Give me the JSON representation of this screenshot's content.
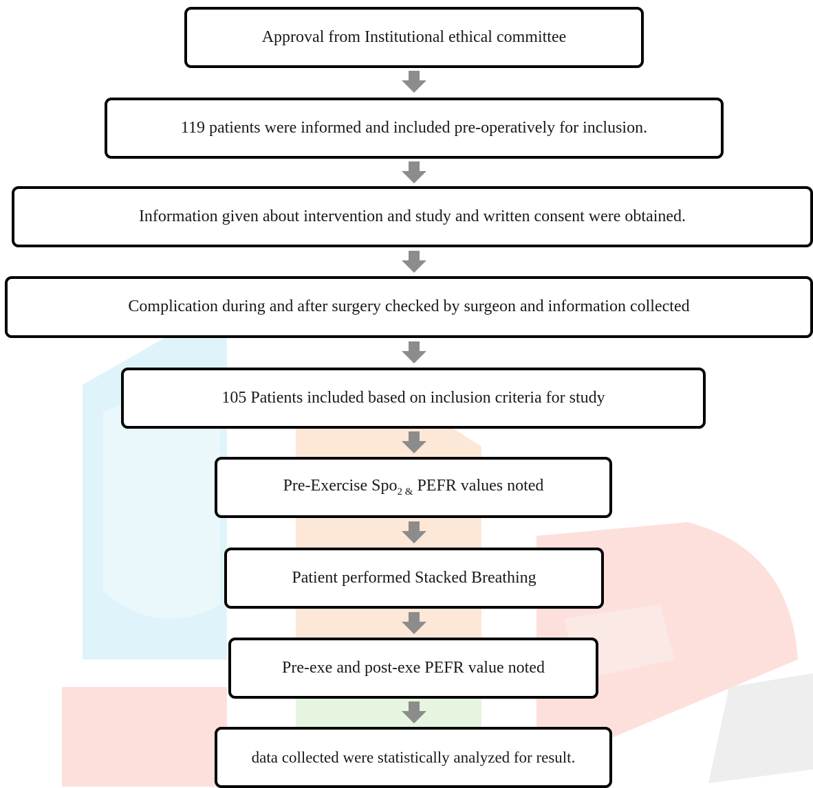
{
  "steps": [
    {
      "text": "Approval from Institutional ethical committee"
    },
    {
      "text": "119 patients were informed and included pre-operatively for inclusion."
    },
    {
      "text": "Information given about intervention and study and written consent were obtained."
    },
    {
      "text": "Complication during and after surgery checked by surgeon and information collected"
    },
    {
      "text": "105 Patients included based on  inclusion criteria for study"
    },
    {
      "pre": "Pre-Exercise Spo",
      "sub": "2 &",
      "post": " PEFR values noted"
    },
    {
      "text": "Patient performed Stacked Breathing"
    },
    {
      "text": "Pre-exe and post-exe PEFR value noted"
    },
    {
      "text": "data collected were statistically analyzed for result."
    }
  ],
  "colors": {
    "box_border": "#000000",
    "arrow": "#8c8c8c",
    "watermark_blue": "#dff4fa",
    "watermark_orange": "#fde7d7",
    "watermark_green": "#e6f5df",
    "watermark_red": "#fde0dc",
    "watermark_grey": "#eeeeee"
  }
}
